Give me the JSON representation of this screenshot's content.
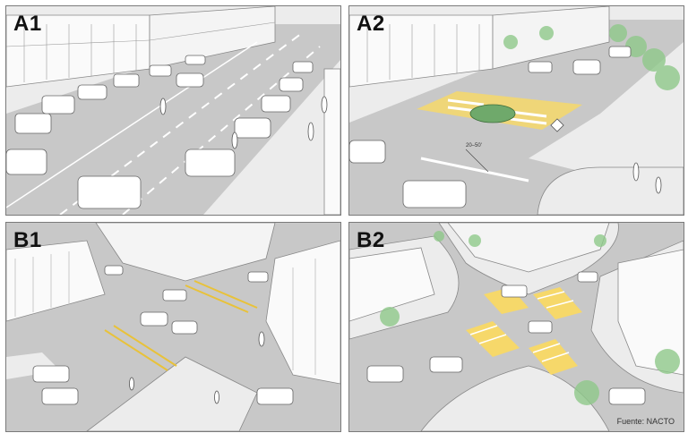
{
  "panels": [
    {
      "id": "A1",
      "label": "A1"
    },
    {
      "id": "A2",
      "label": "A2",
      "dimension_label": "20–50'"
    },
    {
      "id": "B1",
      "label": "B1"
    },
    {
      "id": "B2",
      "label": "B2"
    }
  ],
  "credit": "Fuente: NACTO",
  "colors": {
    "road": "#c8c8c8",
    "sidewalk": "#ececec",
    "building": "#fafafa",
    "crosswalk_yellow": "#f6d86a",
    "center_line": "#e8c23a",
    "tree": "#8fc98a"
  }
}
